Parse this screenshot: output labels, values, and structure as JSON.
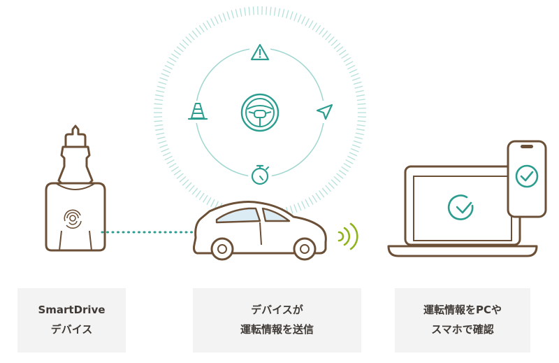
{
  "captions": {
    "device": {
      "line1": "SmartDrive",
      "line2": "デバイス"
    },
    "transmit": {
      "line1": "デバイスが",
      "line2": "運転情報を送信"
    },
    "view": {
      "line1": "運転情報をPCや",
      "line2": "スマホで確認"
    }
  },
  "colors": {
    "brown": "#6b4f36",
    "teal": "#2a9d8f",
    "teal_light": "#9fd6cf",
    "green_signal": "#8fb31d",
    "sky": "#dcecf4",
    "caption_bg": "#f3f3f3"
  },
  "icons": [
    "warning-icon",
    "traffic-cone-icon",
    "navigation-arrow-icon",
    "steering-wheel-icon",
    "stopwatch-icon",
    "check-circle-icon"
  ]
}
